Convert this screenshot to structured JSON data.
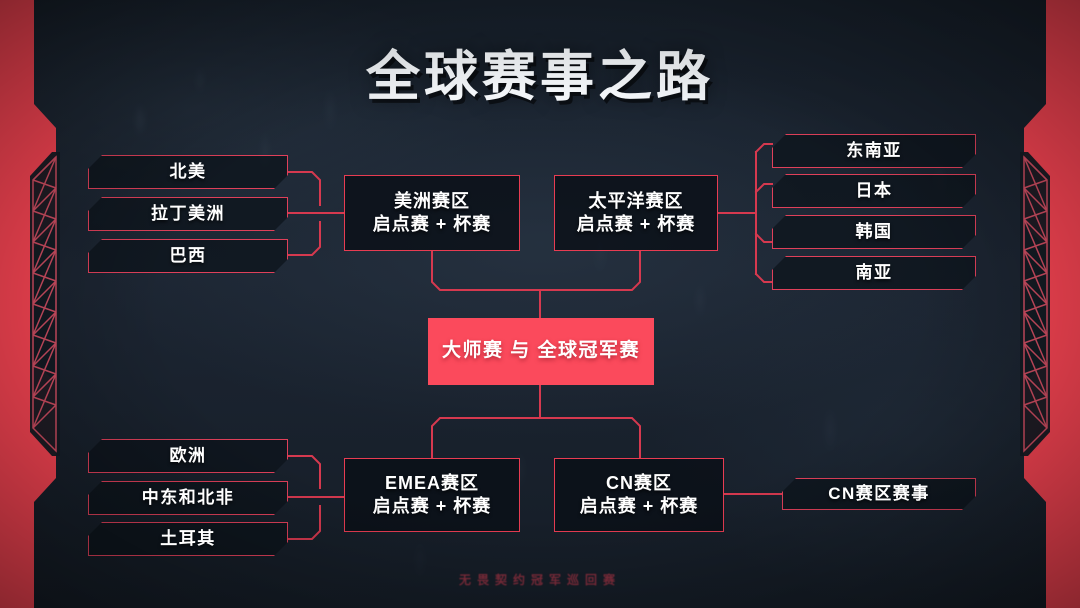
{
  "page": {
    "title": "全球赛事之路",
    "watermark": "无畏契约冠军巡回赛"
  },
  "colors": {
    "background": "#1b2430",
    "accent_red": "#ff4655",
    "box_border": "#e83c52",
    "master_fill": "#fb4a5c",
    "text": "#ffffff",
    "watermark": "#e23e52"
  },
  "americas_feeders": [
    {
      "label": "北美"
    },
    {
      "label": "拉丁美洲"
    },
    {
      "label": "巴西"
    }
  ],
  "pacific_feeders": [
    {
      "label": "东南亚"
    },
    {
      "label": "日本"
    },
    {
      "label": "韩国"
    },
    {
      "label": "南亚"
    }
  ],
  "emea_feeders": [
    {
      "label": "欧洲"
    },
    {
      "label": "中东和北非"
    },
    {
      "label": "土耳其"
    }
  ],
  "regions": {
    "americas": {
      "line1": "美洲赛区",
      "line2": "启点赛 + 杯赛"
    },
    "pacific": {
      "line1": "太平洋赛区",
      "line2": "启点赛 + 杯赛"
    },
    "emea": {
      "line1": "EMEA赛区",
      "line2": "启点赛 + 杯赛"
    },
    "cn": {
      "line1": "CN赛区",
      "line2": "启点赛 + 杯赛"
    }
  },
  "cn_event": {
    "label": "CN赛区赛事"
  },
  "master": {
    "label": "大师赛 与 全球冠军赛"
  }
}
